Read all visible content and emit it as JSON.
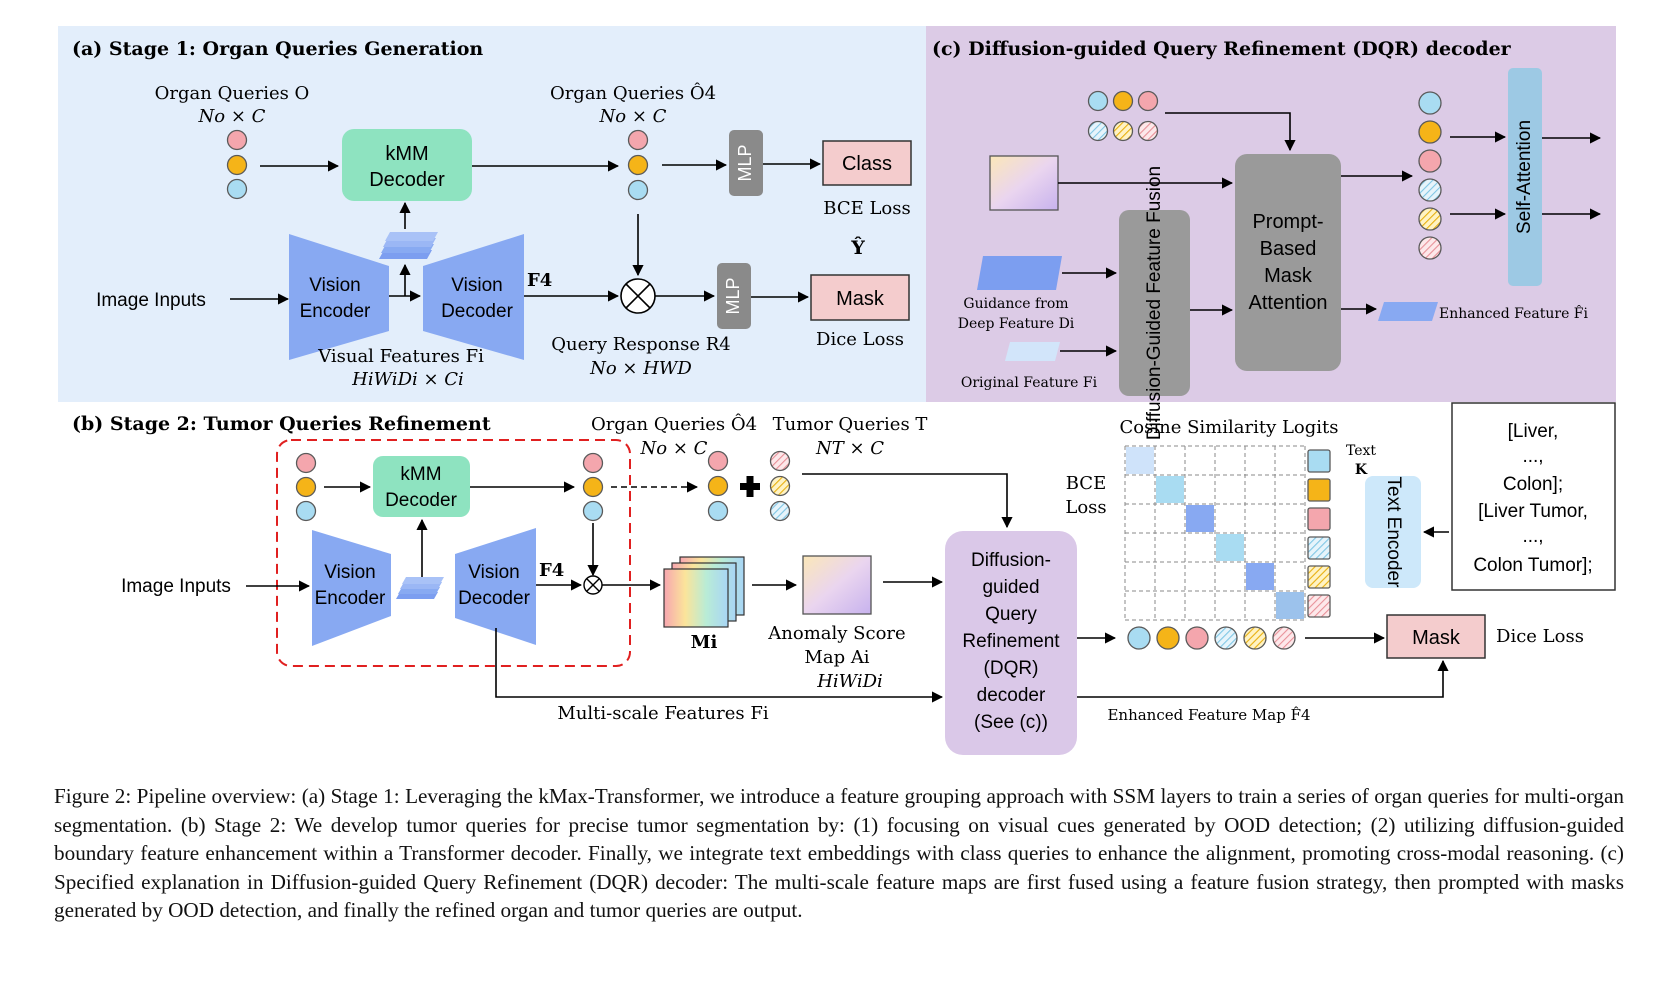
{
  "panel_a": {
    "title": "(a) Stage 1: Organ Queries Generation",
    "organ_queries": "Organ Queries O",
    "organ_queries_dim": "No × C",
    "organ_queries_hat": "Organ Queries Ô4",
    "organ_queries_hat_dim": "No × C",
    "kmm_line1": "kMM",
    "kmm_line2": "Decoder",
    "mlp": "MLP",
    "class_label": "Class",
    "bce_loss": "BCE Loss",
    "y_hat": "Ŷ",
    "mask_label": "Mask",
    "dice_loss": "Dice Loss",
    "image_inputs": "Image Inputs",
    "vision": "Vision",
    "encoder": "Encoder",
    "decoder": "Decoder",
    "f4": "F4",
    "visual_features": "Visual Features Fi",
    "visual_features_dim": "HiWiDi × Ci",
    "query_response": "Query Response R4",
    "query_response_dim": "No × HWD"
  },
  "panel_c": {
    "title": "(c) Diffusion-guided Query Refinement (DQR) decoder",
    "prompt_l1": "Prompt-",
    "prompt_l2": "Based",
    "prompt_l3": "Mask",
    "prompt_l4": "Attention",
    "fusion": "Diffusion-Guided Feature Fusion",
    "self_attention": "Self-Attention",
    "guidance_l1": "Guidance from",
    "guidance_l2": "Deep Feature Di",
    "original": "Original Feature Fi",
    "enhanced": "Enhanced Feature F̂i"
  },
  "panel_b": {
    "title": "(b) Stage 2: Tumor Queries Refinement",
    "organ_queries_hat": "Organ Queries Ô4",
    "organ_queries_hat_dim": "No × C",
    "tumor_queries": "Tumor Queries T",
    "tumor_queries_dim": "NT × C",
    "image_inputs": "Image Inputs",
    "kmm_line1": "kMM",
    "kmm_line2": "Decoder",
    "vision": "Vision",
    "encoder": "Encoder",
    "decoder": "Decoder",
    "f4": "F4",
    "mi": "Mi",
    "anomaly_l1": "Anomaly Score",
    "anomaly_l2": "Map Ai",
    "anomaly_l3": "HiWiDi",
    "dqr_l1": "Diffusion-",
    "dqr_l2": "guided",
    "dqr_l3": "Query",
    "dqr_l4": "Refinement",
    "dqr_l5": "(DQR)",
    "dqr_l6": "decoder",
    "dqr_l7": "(See (c))",
    "cosine": "Cosine Similarity Logits",
    "bce_l1": "BCE",
    "bce_l2": "Loss",
    "text_k_l1": "Text",
    "text_k_l2": "K",
    "text_encoder": "Text Encoder",
    "labels_l1": "[Liver,",
    "labels_l2": "...,",
    "labels_l3": "Colon];",
    "labels_l4": "[Liver Tumor,",
    "labels_l5": "...,",
    "labels_l6": "Colon Tumor];",
    "mask_label": "Mask",
    "dice_loss": "Dice Loss",
    "multiscale": "Multi-scale Features Fi",
    "enhanced_map": "Enhanced Feature Map F̂4"
  },
  "caption": "Figure 2: Pipeline overview: (a) Stage 1: Leveraging the kMax-Transformer, we introduce a feature grouping approach with SSM layers to train a series of organ queries for multi-organ segmentation. (b) Stage 2: We develop tumor queries for precise tumor segmentation by: (1) focusing on visual cues generated by OOD detection; (2) utilizing diffusion-guided boundary feature enhancement within a Transformer decoder. Finally, we integrate text embeddings with class queries to enhance the alignment, promoting cross-modal reasoning. (c) Specified explanation in Diffusion-guided Query Refinement (DQR) decoder: The multi-scale feature maps are first fused using a feature fusion strategy, then prompted with masks generated by OOD detection, and finally the refined organ and tumor queries are output.",
  "colors": {
    "panel_a_bg": "#e3eefb",
    "panel_c_bg": "#dccbe6",
    "query_pink": "#f4a6ad",
    "query_orange": "#f5b418",
    "query_blue": "#a9dcf2",
    "kmm_green": "#8ee3c0",
    "vision_blue": "#88a9f2",
    "mlp_gray": "#8a8a8a",
    "loss_pink": "#f4cccd",
    "dqr_purple": "#dac8e8",
    "prompt_gray": "#9a9a9a",
    "self_attn_blue": "#9dc9e4",
    "dashed_red": "#e02020"
  }
}
